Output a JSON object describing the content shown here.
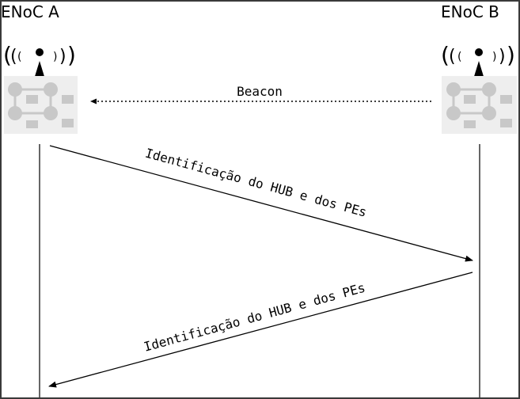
{
  "nodes": {
    "a": {
      "label": "ENoC A"
    },
    "b": {
      "label": "ENoC B"
    }
  },
  "messages": {
    "beacon": "Beacon",
    "id_a_to_b": "Identificação do HUB e dos PEs",
    "id_b_to_a": "Identificação do HUB e dos PEs"
  },
  "icons": {
    "antenna": "antenna-signal-icon",
    "chip": "network-chip-icon"
  },
  "colors": {
    "line": "#000000",
    "chip_bg": "#eeeeee",
    "chip_shape": "#c8c8c8",
    "frame": "#3a3a3a"
  }
}
